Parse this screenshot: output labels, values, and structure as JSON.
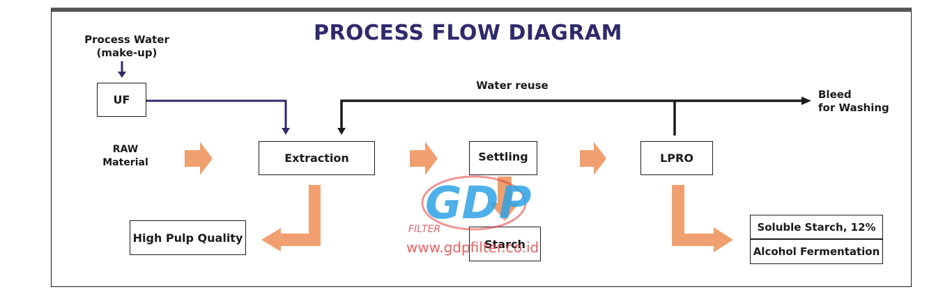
{
  "title": "PROCESS FLOW DIAGRAM",
  "inputs": {
    "process_water_line1": "Process Water",
    "process_water_line2": "(make-up)",
    "raw_line1": "RAW",
    "raw_line2": "Material"
  },
  "nodes": {
    "uf": "UF",
    "extraction": "Extraction",
    "settling": "Settling",
    "lpro": "LPRO",
    "high_pulp": "High Pulp Quality",
    "starch": "Starch",
    "soluble_starch": "Soluble Starch, 12%",
    "alcohol": "Alcohol Fermentation"
  },
  "edge_labels": {
    "water_reuse": "Water reuse",
    "bleed_line1": "Bleed",
    "bleed_line2": "for Washing"
  },
  "watermark": {
    "logo_text": "GDP",
    "sub_text": "FILTER",
    "url": "www.gdpfilter.co.id"
  },
  "colors": {
    "title": "#2e2a6b",
    "line": "#1a1a1a",
    "uf_line": "#2e2a6b",
    "flow_arrow": "#f0a070",
    "watermark_blue": "#2ea3e6",
    "watermark_red": "#e23a3a"
  }
}
